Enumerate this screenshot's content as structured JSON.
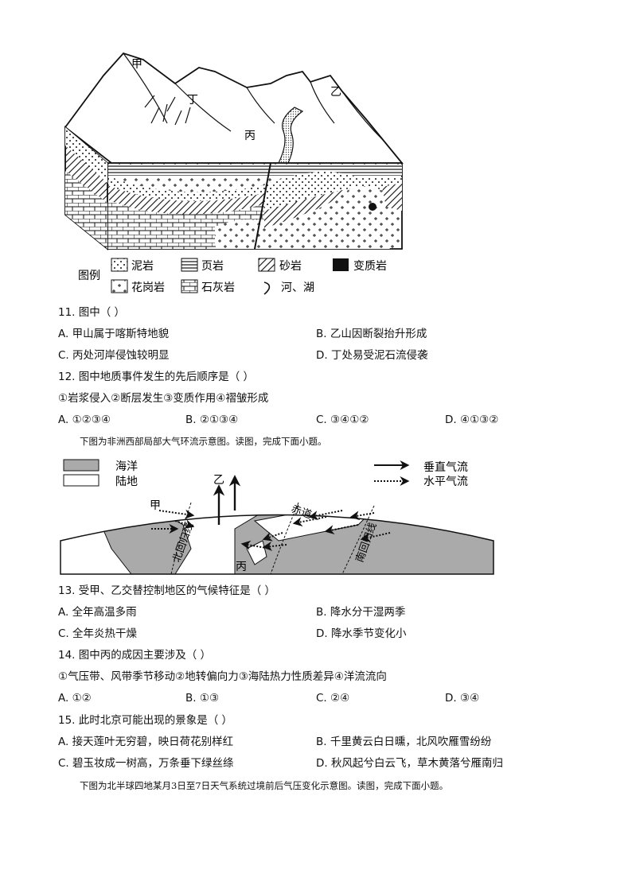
{
  "figure1": {
    "labels": {
      "jia": "甲",
      "yi": "乙",
      "bing": "丙",
      "ding": "丁"
    },
    "legend_title": "图例",
    "legend": [
      "泥岩",
      "页岩",
      "砂岩",
      "变质岩",
      "花岗岩",
      "石灰岩",
      "河、湖"
    ]
  },
  "q11": {
    "stem": "11. 图中（    ）",
    "options": [
      "A. 甲山属于喀斯特地貌",
      "B. 乙山因断裂抬升形成",
      "C. 丙处河岸侵蚀较明显",
      "D. 丁处易受泥石流侵袭"
    ]
  },
  "q12": {
    "stem": "12. 图中地质事件发生的先后顺序是（    ）",
    "events": "①岩浆侵入②断层发生③变质作用④褶皱形成",
    "options": [
      "A. ①②③④",
      "B. ②①③④",
      "C. ③④①②",
      "D. ④①③②"
    ]
  },
  "intro2": "下图为非洲西部局部大气环流示意图。读图，完成下面小题。",
  "figure2": {
    "legend": [
      "海洋",
      "陆地",
      "垂直气流",
      "水平气流"
    ],
    "labels": {
      "yi": "乙",
      "jia": "甲",
      "bing": "丙",
      "equator": "赤道",
      "tropic_n": "北回归线",
      "tropic_s": "南回归线"
    }
  },
  "q13": {
    "stem": "13. 受甲、乙交替控制地区的气候特征是（    ）",
    "options": [
      "A. 全年高温多雨",
      "B. 降水分干湿两季",
      "C. 全年炎热干燥",
      "D. 降水季节变化小"
    ]
  },
  "q14": {
    "stem": "14. 图中丙的成因主要涉及（    ）",
    "factors": "①气压带、风带季节移动②地转偏向力③海陆热力性质差异④洋流流向",
    "options": [
      "A. ①②",
      "B. ①③",
      "C. ②④",
      "D. ③④"
    ]
  },
  "q15": {
    "stem": "15. 此时北京可能出现的景象是（    ）",
    "options": [
      "A. 接天莲叶无穷碧，映日荷花别样红",
      "B. 千里黄云白日曛，北风吹雁雪纷纷",
      "C. 碧玉妆成一树高，万条垂下绿丝绦",
      "D. 秋风起兮白云飞，草木黄落兮雁南归"
    ]
  },
  "intro3": "下图为北半球四地某月3日至7日天气系统过境前后气压变化示意图。读图，完成下面小题。"
}
